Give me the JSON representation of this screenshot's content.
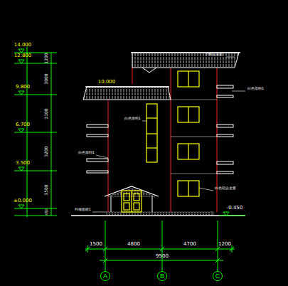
{
  "diagram": {
    "nodes": [
      {
        "text": [
          "A"
        ]
      },
      {
        "text": [
          "B"
        ]
      },
      {
        "text": [
          "C"
        ]
      }
    ],
    "labels": [
      "14.000",
      "12.800",
      "9.800",
      "6.700",
      "3.500",
      "±0.000",
      "1200",
      "3000",
      "3100",
      "3200",
      "3500",
      "450",
      "10.000",
      "-0.450",
      "1500",
      "4800",
      "4700",
      "1200",
      "9500",
      "小青瓦屋面",
      "白色涂料1",
      "白色涂料1",
      "白色涂料1",
      "白色铝合金窗",
      "外墙面砖1"
    ]
  }
}
